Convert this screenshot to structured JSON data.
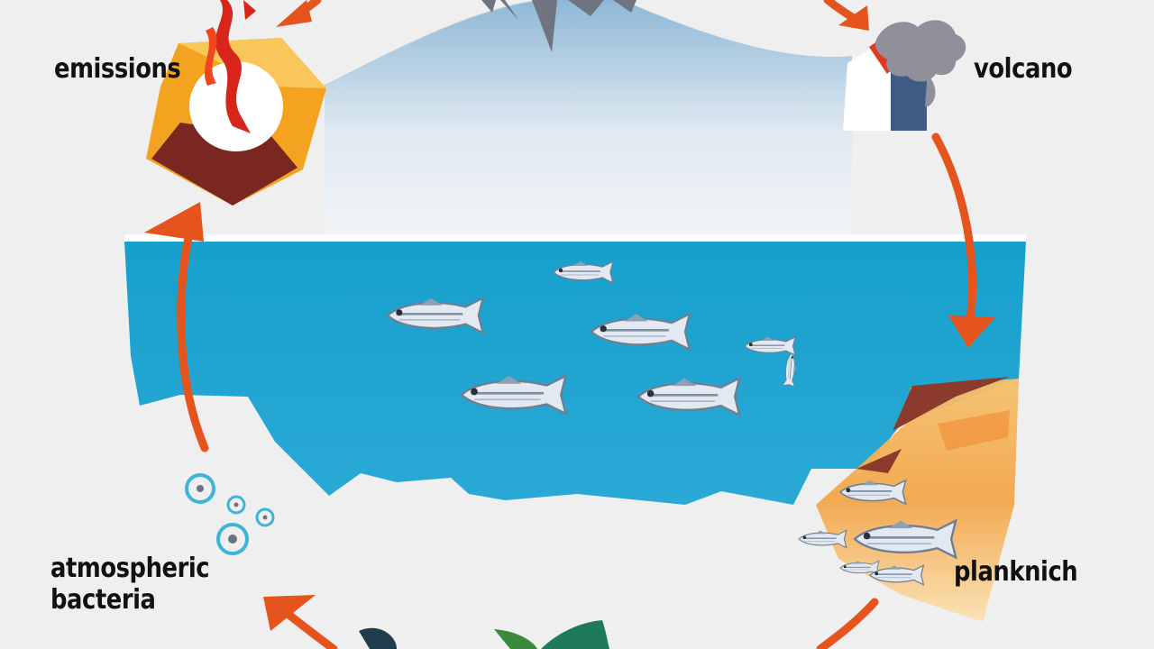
{
  "labels": {
    "emissions": "emissions",
    "volcano": "volcano",
    "atmospheric_line1": "atmospheric",
    "atmospheric_line2": "bacteria",
    "plankton": "planknich"
  },
  "colors": {
    "background": "#efefef",
    "ocean": "#1fa3cf",
    "arrow": "#e5541d",
    "sky_top": "#9fc3dc",
    "sand": "#f3b057",
    "emission_box": "#f4a320",
    "fish": "#dfe6ef"
  },
  "icons": [
    "emissions-flame-icon",
    "volcano-icon",
    "bubble-icon",
    "fish-icon",
    "plankton-fish-icon"
  ]
}
